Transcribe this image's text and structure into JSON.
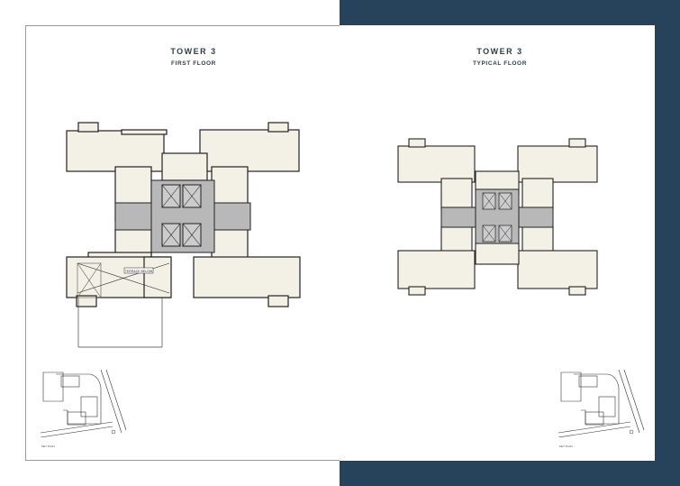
{
  "left_page": {
    "title": "TOWER 3",
    "subtitle": "FIRST FLOOR",
    "plan_label": "TERRACE BELOW",
    "key_plan_label": "KEY PLAN"
  },
  "right_page": {
    "title": "TOWER 3",
    "subtitle": "TYPICAL FLOOR",
    "key_plan_label": "KEY PLAN"
  },
  "colors": {
    "panel_blue": "#27435c",
    "title_text": "#2c3e50",
    "floor_fill": "#f3f1e6",
    "core_gray": "#b8b8b8"
  }
}
